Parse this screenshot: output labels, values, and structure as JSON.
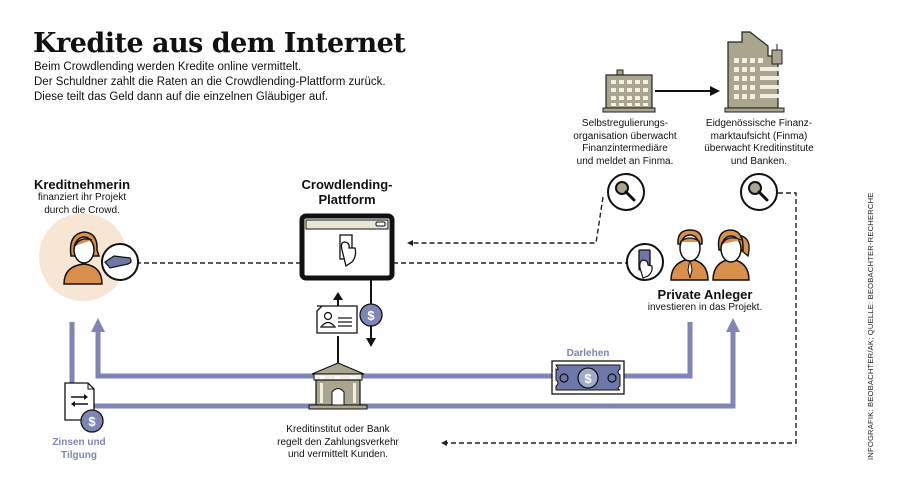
{
  "header": {
    "title": "Kredite aus dem Internet",
    "subtitle_lines": [
      "Beim Crowdlending werden Kredite online vermittelt.",
      "Der Schuldner zahlt die Raten an die Crowdlending-Plattform zurück.",
      "Diese teilt das Geld dann auf die einzelnen Gläubiger auf."
    ]
  },
  "nodes": {
    "borrower": {
      "title": "Kreditnehmerin",
      "lines": [
        "finanziert ihr Projekt",
        "durch die Crowd."
      ]
    },
    "platform": {
      "title_lines": [
        "Crowdlending-",
        "Plattform"
      ]
    },
    "investors": {
      "title": "Private Anleger",
      "lines": [
        "investieren in das Projekt."
      ]
    },
    "bank": {
      "lines": [
        "Kreditinstitut oder Bank",
        "regelt den Zahlungsverkehr",
        "und vermittelt Kunden."
      ]
    },
    "sro": {
      "lines": [
        "Selbstregulierungs-",
        "organisation überwacht",
        "Finanzintermediäre",
        "und meldet an Finma."
      ]
    },
    "finma": {
      "lines": [
        "Eidgenössische Finanz-",
        "marktaufsicht (Finma)",
        "überwacht Kreditinstitute",
        "und Banken."
      ]
    }
  },
  "flows": {
    "repayment_label_lines": [
      "Zinsen und",
      "Tilgung"
    ],
    "loan_label": "Darlehen"
  },
  "icons": {
    "magnifier": "magnifier-icon",
    "dollar": "dollar-coin-icon",
    "hand": "hand-icon",
    "phone": "phone-hand-icon",
    "id_card": "id-card-icon",
    "document": "transfer-document-icon",
    "banknote": "banknote-icon",
    "bank": "bank-building-icon"
  },
  "colors": {
    "flow_blue": "#7d86b5",
    "person_orange": "#d9904c",
    "building_gray": "#a9a58e",
    "borrower_bg": "#f6e6d3"
  },
  "credit": "INFOGRAFIK: BEOBACHTER/AK; QUELLE: BEOBACHTER-RECHERCHE"
}
